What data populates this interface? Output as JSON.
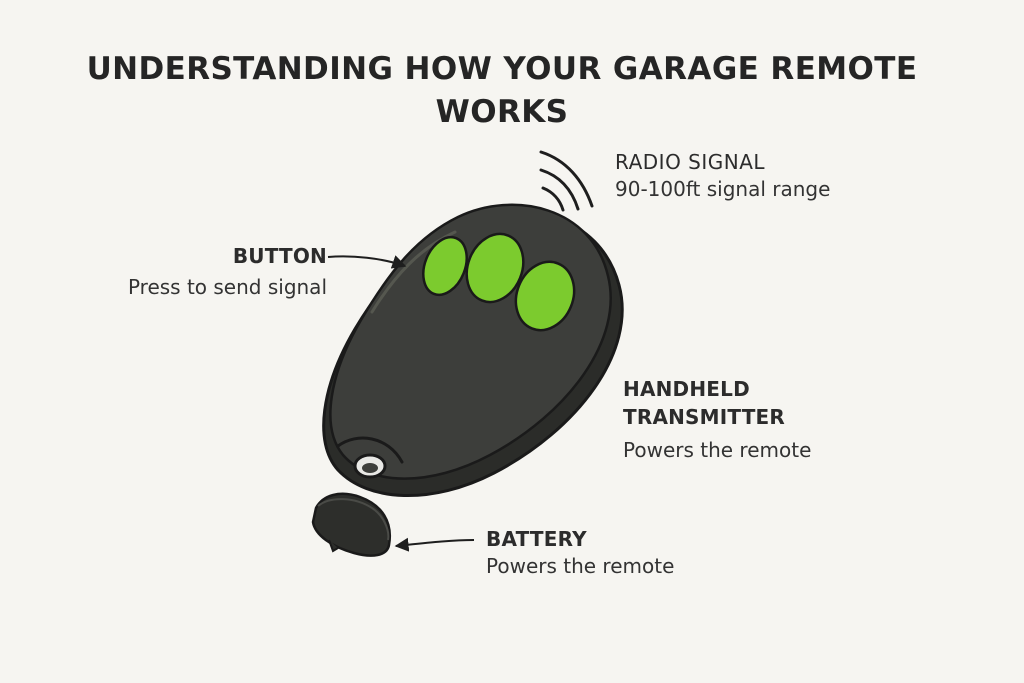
{
  "title": "UNDERSTANDING HOW YOUR GARAGE REMOTE WORKS",
  "labels": {
    "radio_signal": {
      "heading": "RADIO SIGNAL",
      "description": "90-100ft signal range"
    },
    "button": {
      "heading": "BUTTON",
      "description": "Press to send signal"
    },
    "handheld_transmitter": {
      "heading_line1": "HANDHELD",
      "heading_line2": "TRANSMITTER",
      "description": "Powers the remote"
    },
    "battery": {
      "heading": "BATTERY",
      "description": "Powers the remote"
    }
  },
  "colors": {
    "background": "#f6f5f1",
    "remote_body": "#3a3b38",
    "button_green": "#7ccb2e",
    "outline": "#1e1e1e"
  },
  "icons": {
    "signal": "radio-waves-icon",
    "remote": "garage-remote-illustration",
    "battery": "battery-cover-illustration"
  }
}
